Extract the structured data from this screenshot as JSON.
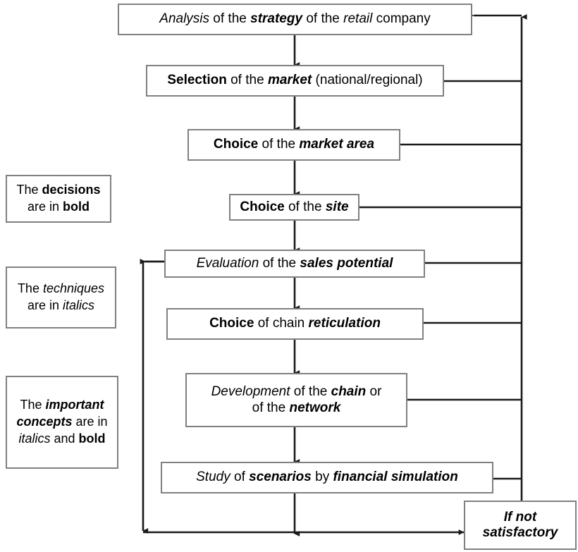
{
  "diagram": {
    "title": "Retail location decision process flowchart",
    "colors": {
      "box_border": "#808080",
      "wire": "#222222",
      "background": "#ffffff",
      "text": "#000000"
    },
    "nodes": [
      {
        "id": "analysis",
        "plain": "Analysis of the strategy of the retail company",
        "lines": [
          [
            {
              "t": "Analysis",
              "s": "i"
            },
            {
              "t": " of the ",
              "s": "n"
            },
            {
              "t": "strategy",
              "s": "bi"
            },
            {
              "t": " of the ",
              "s": "n"
            },
            {
              "t": "retail",
              "s": "i"
            },
            {
              "t": " company",
              "s": "n"
            }
          ]
        ]
      },
      {
        "id": "selection-market",
        "plain": "Selection of the market (national/regional)",
        "lines": [
          [
            {
              "t": "Selection",
              "s": "b"
            },
            {
              "t": " of the ",
              "s": "n"
            },
            {
              "t": "market",
              "s": "bi"
            },
            {
              "t": " (national/regional)",
              "s": "n"
            }
          ]
        ]
      },
      {
        "id": "choice-market-area",
        "plain": "Choice of the market area",
        "lines": [
          [
            {
              "t": "Choice",
              "s": "b"
            },
            {
              "t": " of the ",
              "s": "n"
            },
            {
              "t": "market area",
              "s": "bi"
            }
          ]
        ]
      },
      {
        "id": "choice-site",
        "plain": "Choice of the site",
        "lines": [
          [
            {
              "t": "Choice",
              "s": "b"
            },
            {
              "t": " of the ",
              "s": "n"
            },
            {
              "t": "site",
              "s": "bi"
            }
          ]
        ]
      },
      {
        "id": "evaluation-sales-potential",
        "plain": "Evaluation of the sales potential",
        "lines": [
          [
            {
              "t": "Evaluation",
              "s": "i"
            },
            {
              "t": " of the ",
              "s": "n"
            },
            {
              "t": "sales potential",
              "s": "bi"
            }
          ]
        ]
      },
      {
        "id": "choice-chain-reticulation",
        "plain": "Choice of chain reticulation",
        "lines": [
          [
            {
              "t": "Choice",
              "s": "b"
            },
            {
              "t": " of chain ",
              "s": "n"
            },
            {
              "t": "reticulation",
              "s": "bi"
            }
          ]
        ]
      },
      {
        "id": "development-chain-network",
        "plain": "Development of the chain or of the network",
        "lines": [
          [
            {
              "t": "Development",
              "s": "i"
            },
            {
              "t": " of the ",
              "s": "n"
            },
            {
              "t": "chain",
              "s": "bi"
            },
            {
              "t": " or",
              "s": "n"
            }
          ],
          [
            {
              "t": "of the ",
              "s": "n"
            },
            {
              "t": "network",
              "s": "bi"
            }
          ]
        ]
      },
      {
        "id": "study-scenarios",
        "plain": "Study of scenarios by financial simulation",
        "lines": [
          [
            {
              "t": "Study",
              "s": "i"
            },
            {
              "t": " of ",
              "s": "n"
            },
            {
              "t": "scenarios",
              "s": "bi"
            },
            {
              "t": " by ",
              "s": "n"
            },
            {
              "t": "financial simulation",
              "s": "bi"
            }
          ]
        ]
      },
      {
        "id": "if-not-satisfactory",
        "plain": "If not satisfactory",
        "lines": [
          [
            {
              "t": "If not",
              "s": "bi"
            }
          ],
          [
            {
              "t": "satisfactory",
              "s": "bi"
            }
          ]
        ]
      }
    ],
    "legends": [
      {
        "id": "legend-decisions",
        "plain": "The decisions are in bold",
        "lines": [
          [
            {
              "t": "The ",
              "s": "n"
            },
            {
              "t": "decisions",
              "s": "b"
            }
          ],
          [
            {
              "t": "are in ",
              "s": "n"
            },
            {
              "t": "bold",
              "s": "b"
            }
          ]
        ]
      },
      {
        "id": "legend-techniques",
        "plain": "The techniques are in italics",
        "lines": [
          [
            {
              "t": "The ",
              "s": "n"
            },
            {
              "t": "techniques",
              "s": "i"
            }
          ],
          [
            {
              "t": "are in ",
              "s": "n"
            },
            {
              "t": "italics",
              "s": "i"
            }
          ]
        ]
      },
      {
        "id": "legend-important-concepts",
        "plain": "The important concepts are in italics and bold",
        "lines": [
          [
            {
              "t": "The ",
              "s": "n"
            },
            {
              "t": "important",
              "s": "bi"
            }
          ],
          [
            {
              "t": "concepts",
              "s": "bi"
            },
            {
              "t": " are in",
              "s": "n"
            }
          ],
          [
            {
              "t": "italics",
              "s": "i"
            },
            {
              "t": " and ",
              "s": "n"
            },
            {
              "t": "bold",
              "s": "b"
            }
          ]
        ]
      }
    ],
    "flow_sequence": [
      "analysis",
      "selection-market",
      "choice-market-area",
      "choice-site",
      "evaluation-sales-potential",
      "choice-chain-reticulation",
      "development-chain-network",
      "study-scenarios",
      "if-not-satisfactory"
    ],
    "feedback_targets": [
      "analysis",
      "selection-market",
      "choice-market-area",
      "choice-site",
      "evaluation-sales-potential",
      "choice-chain-reticulation",
      "development-chain-network",
      "study-scenarios"
    ]
  }
}
